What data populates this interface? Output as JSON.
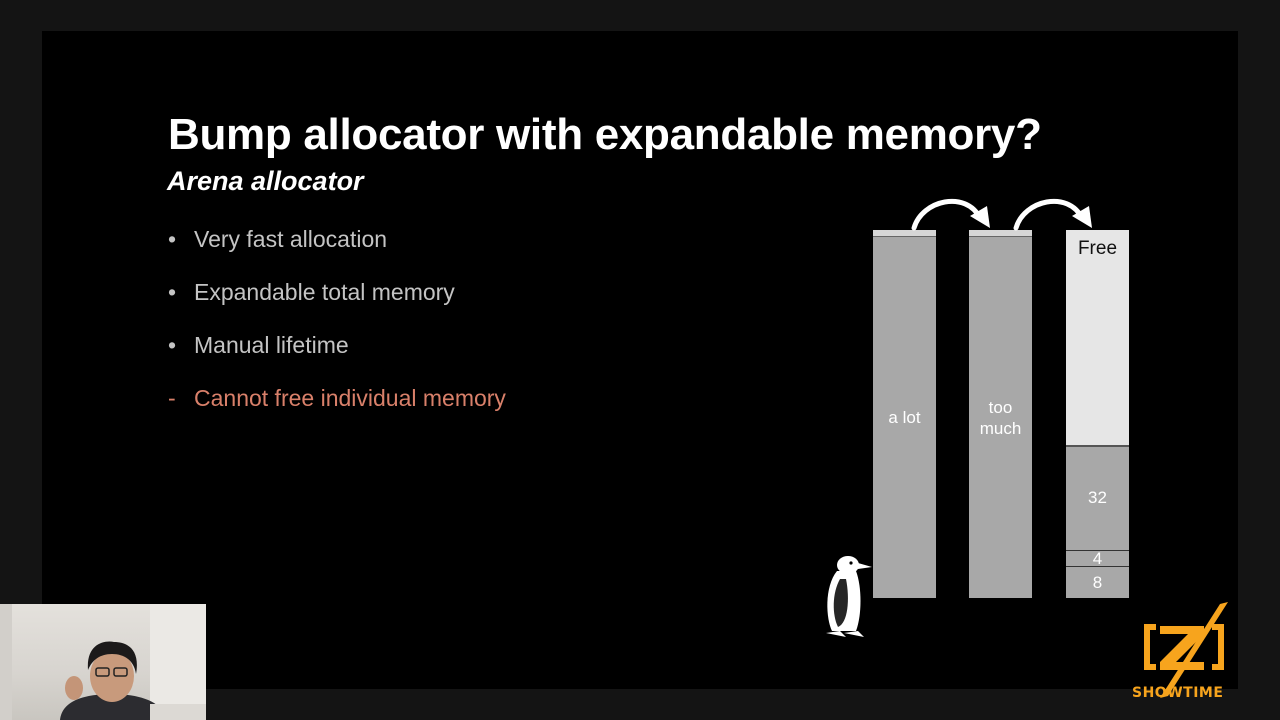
{
  "slide": {
    "title": "Bump allocator with expandable memory?",
    "subtitle": "Arena allocator",
    "bullets": [
      {
        "marker": "•",
        "text": "Very fast allocation"
      },
      {
        "marker": "•",
        "text": "Expandable total memory"
      },
      {
        "marker": "•",
        "text": "Manual lifetime"
      },
      {
        "marker": "-",
        "text": "Cannot free individual memory"
      }
    ]
  },
  "diagram": {
    "blocks": [
      {
        "label_line1": "a lot"
      },
      {
        "label_line1": "too",
        "label_line2": "much"
      },
      {
        "free_label": "Free",
        "segments": [
          "32",
          "4",
          "8"
        ]
      }
    ],
    "mascot_icon": "penguin-icon",
    "arrow_icon": "curved-arrow-icon"
  },
  "overlay": {
    "logo_letter": "Z",
    "logo_text": "SHOWTIME",
    "brand_color": "#f7a41d",
    "con_color": "#d9806a"
  }
}
